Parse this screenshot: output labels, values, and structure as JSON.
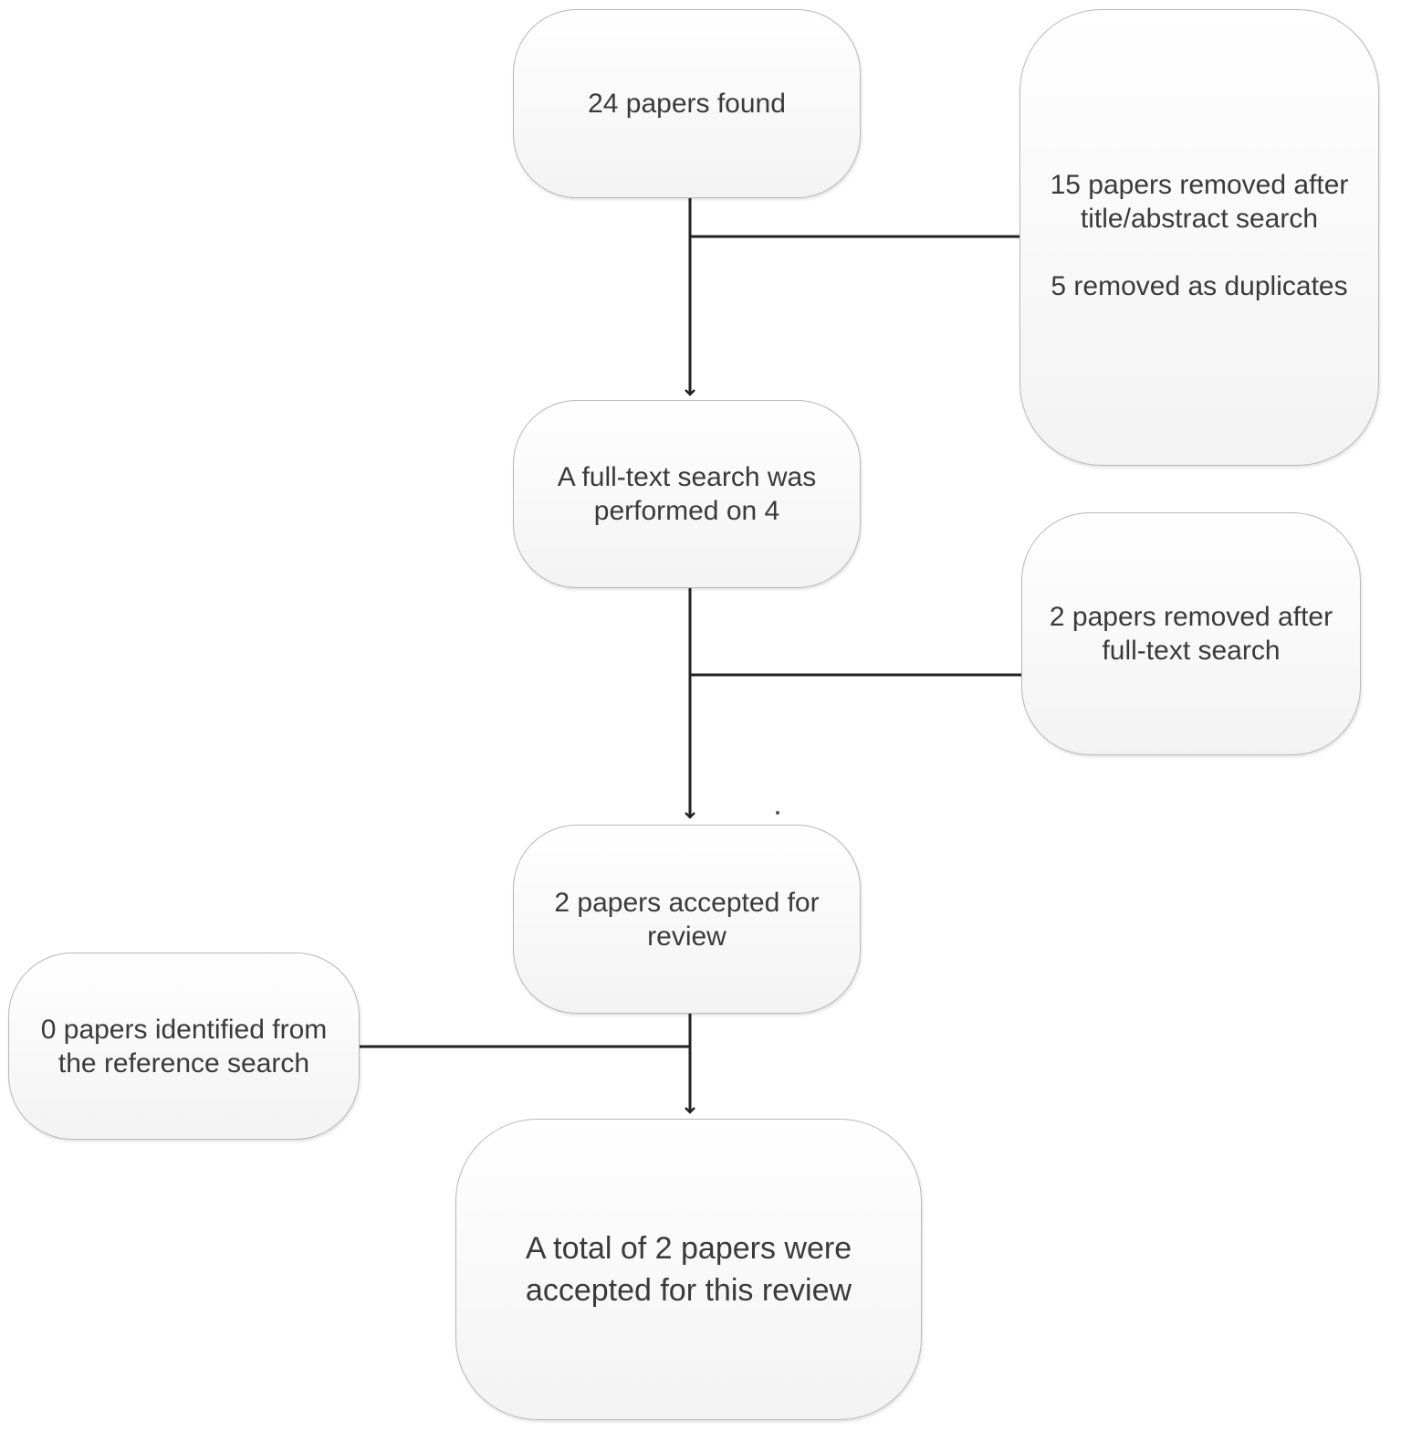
{
  "flowchart": {
    "found": {
      "text": "24 papers found"
    },
    "removed_title_abstract": {
      "line1": "15 papers removed after\ntitle/abstract search",
      "line2": "5 removed as duplicates"
    },
    "fulltext": {
      "text": "A full-text search was\nperformed on 4"
    },
    "removed_fulltext": {
      "text": "2 papers removed after\nfull-text search"
    },
    "accepted": {
      "text": "2 papers accepted for\nreview"
    },
    "reference_search": {
      "text": "0 papers identified from\nthe reference search"
    },
    "total": {
      "text": "A total of 2 papers were\naccepted for this review"
    }
  }
}
